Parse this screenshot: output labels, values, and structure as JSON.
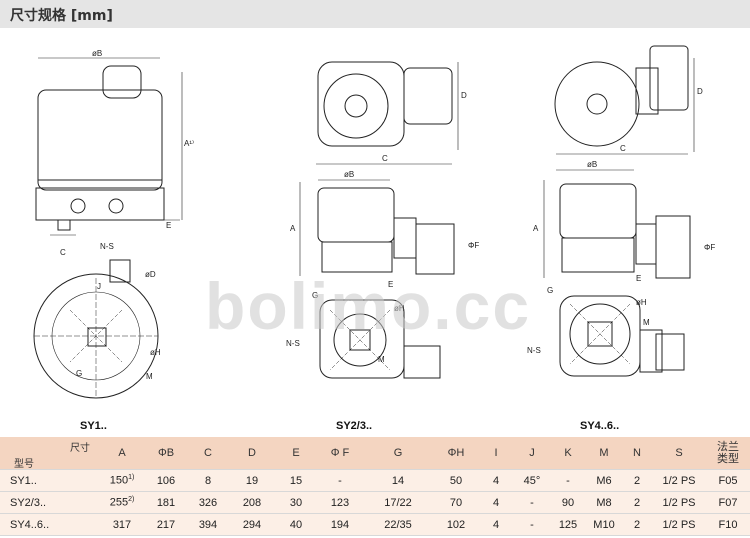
{
  "title": "尺寸规格 [mm]",
  "watermark": "bolimo.cc",
  "captions": {
    "sy1": "SY1..",
    "sy23": "SY2/3..",
    "sy46": "SY4..6.."
  },
  "labels": {
    "oB": "øB",
    "A": "A",
    "A1": "A¹⁾",
    "C": "C",
    "D": "D",
    "E": "E",
    "F": "ΦF",
    "G": "G",
    "H": "øH",
    "oD": "øD",
    "J": "J",
    "M": "M",
    "NS": "N-S"
  },
  "table": {
    "corner_top": "尺寸",
    "corner_bottom": "型号",
    "headers": [
      "A",
      "ΦB",
      "C",
      "D",
      "E",
      "Φ F",
      "G",
      "ΦH",
      "I",
      "J",
      "K",
      "M",
      "N",
      "S",
      "法兰\n类型"
    ],
    "rows": [
      {
        "model": "SY1..",
        "A": "150",
        "A_note": "1)",
        "cells": [
          "106",
          "8",
          "19",
          "15",
          "-",
          "14",
          "50",
          "4",
          "45°",
          "-",
          "M6",
          "2",
          "1/2 PS",
          "F05"
        ]
      },
      {
        "model": "SY2/3..",
        "A": "255",
        "A_note": "2)",
        "cells": [
          "181",
          "326",
          "208",
          "30",
          "123",
          "17/22",
          "70",
          "4",
          "-",
          "90",
          "M8",
          "2",
          "1/2 PS",
          "F07"
        ]
      },
      {
        "model": "SY4..6..",
        "A": "317",
        "A_note": "",
        "cells": [
          "217",
          "394",
          "294",
          "40",
          "194",
          "22/35",
          "102",
          "4",
          "-",
          "125",
          "M10",
          "2",
          "1/2 PS",
          "F10"
        ]
      }
    ]
  },
  "colors": {
    "line": "#222222",
    "header_bg": "#f4d5c1",
    "row_bg": "#fcefe6",
    "title_bg": "#e5e5e5"
  }
}
